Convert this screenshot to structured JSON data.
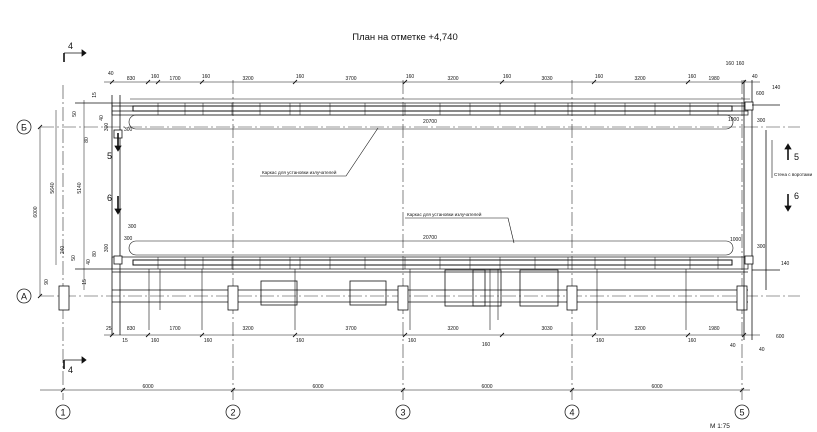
{
  "title": "План на отметке +4,740",
  "scale": "М 1:75",
  "axes": {
    "columns": [
      "1",
      "2",
      "3",
      "4",
      "5"
    ],
    "rows": [
      "А",
      "Б"
    ]
  },
  "sections": {
    "left_top": "4",
    "left_bottom": "4",
    "top_mark": "5",
    "mid_mark": "6",
    "right_top": "5",
    "right_bottom": "6"
  },
  "annotations": {
    "frame_note_1": "Каркас для установки излучателей",
    "frame_note_2": "Каркас для установки излучателей",
    "gate_note": "Стена с воротами"
  },
  "dimensions": {
    "axis_spacing": [
      "6000",
      "6000",
      "6000",
      "6000"
    ],
    "top_chain": [
      "40",
      "830",
      "160",
      "1700",
      "160",
      "3200",
      "160",
      "3700",
      "160",
      "3200",
      "160",
      "3030",
      "160",
      "3200",
      "160",
      "1980",
      "160",
      "40"
    ],
    "bottom_chain": [
      "25",
      "830",
      "15",
      "1700",
      "160",
      "3200",
      "160",
      "3700",
      "160",
      "3200",
      "160",
      "3030",
      "160",
      "3200",
      "160",
      "1980",
      "160",
      "40",
      "40",
      "600"
    ],
    "frame_length": [
      "20700",
      "20700"
    ],
    "frame_offsets": [
      "1000",
      "1000",
      "600",
      "140",
      "140",
      "160",
      "300",
      "300"
    ],
    "left_side": [
      "6000",
      "5640",
      "5140",
      "300",
      "300",
      "15",
      "15",
      "80",
      "80",
      "240",
      "50",
      "50",
      "40",
      "40",
      "90"
    ],
    "left_small": [
      "300",
      "300",
      "300"
    ]
  }
}
